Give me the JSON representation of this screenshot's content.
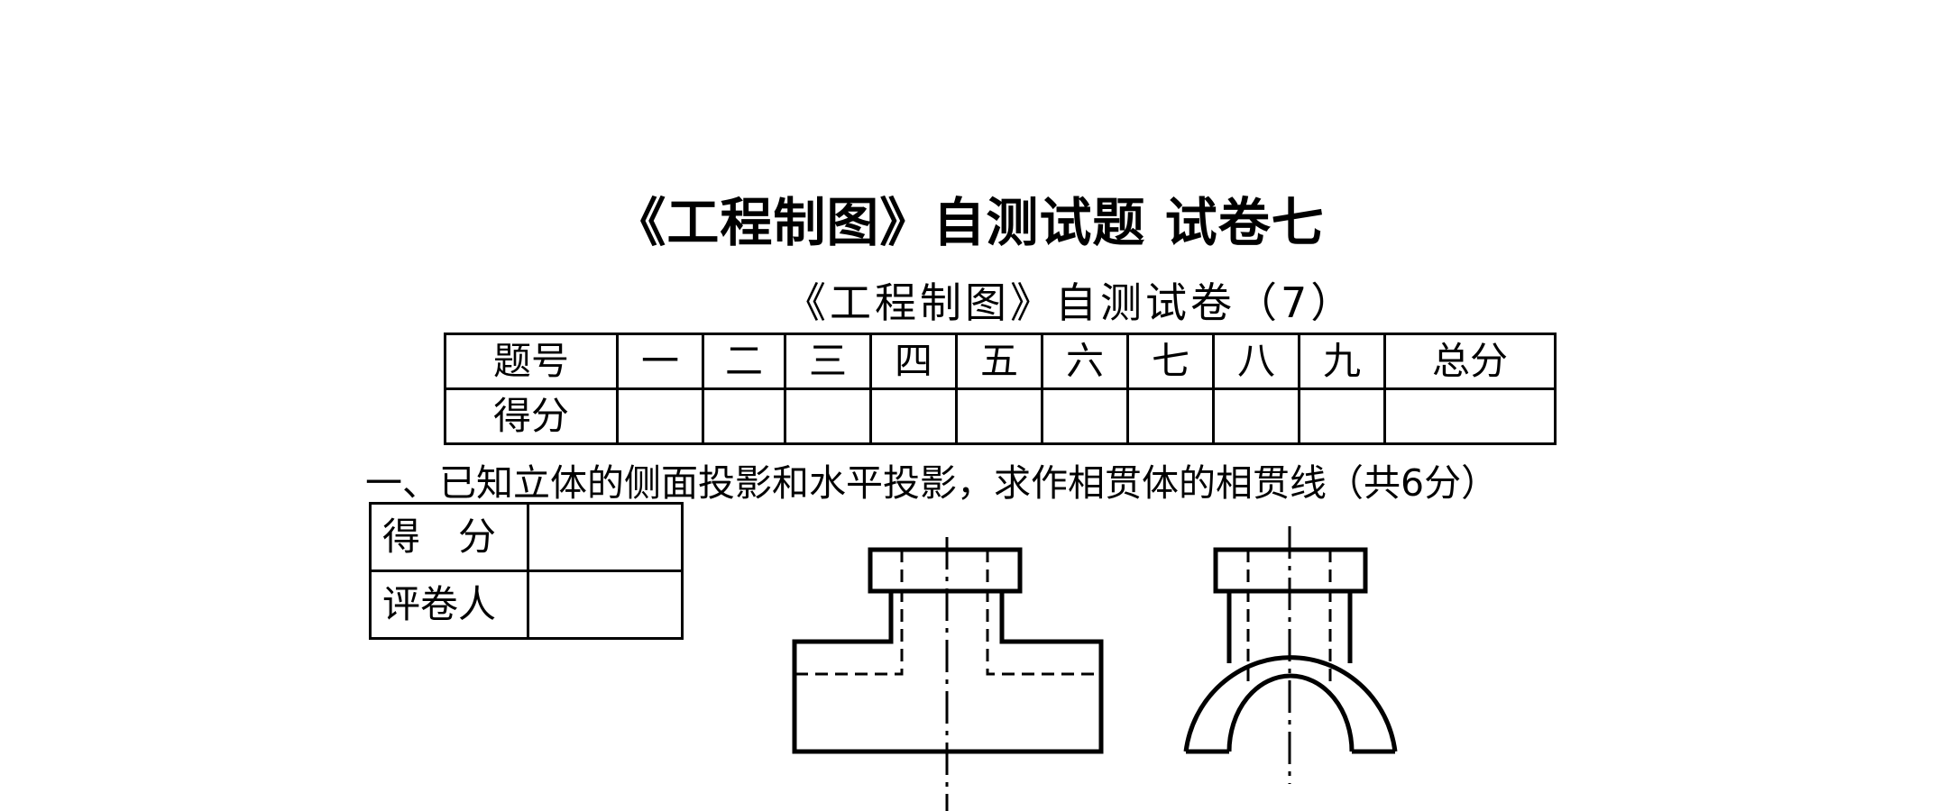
{
  "header": {
    "title": "《工程制图》自测试题 试卷七",
    "subtitle": "《工程制图》自测试卷（7）"
  },
  "score_table": {
    "headers": [
      "题号",
      "一",
      "二",
      "三",
      "四",
      "五",
      "六",
      "七",
      "八",
      "九",
      "总分"
    ],
    "row_label": "得分"
  },
  "question": {
    "text": "一、已知立体的侧面投影和水平投影，求作相贯体的相贯线（共6分）"
  },
  "grader_box": {
    "score_label": "得　分",
    "grader_label": "评卷人"
  }
}
